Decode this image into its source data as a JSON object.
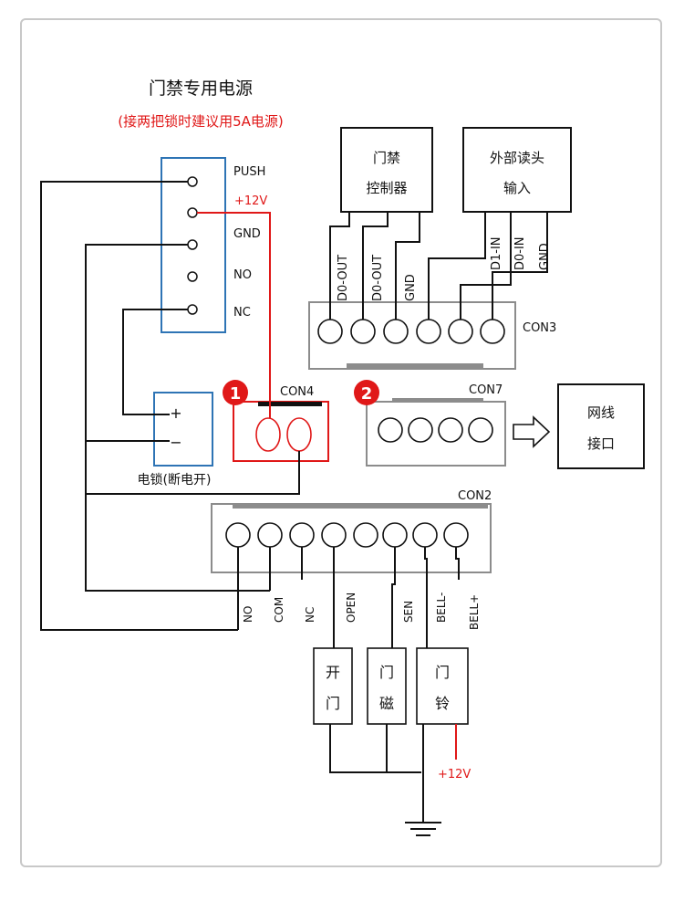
{
  "title": "门禁专用电源",
  "subtitle": "(接两把锁时建议用5A电源)",
  "colors": {
    "red": "#e01818",
    "blue": "#2e74b5",
    "gray": "#8c8c8c",
    "black": "#111111"
  },
  "power": {
    "terminals": [
      "PUSH",
      "+12V",
      "GND",
      "NO",
      "NC"
    ]
  },
  "lock": {
    "plus": "+",
    "minus": "−",
    "label": "电锁(断电开)"
  },
  "controller": {
    "line1": "门禁",
    "line2": "控制器",
    "pins": [
      "D0-OUT",
      "D0-OUT",
      "GND"
    ]
  },
  "reader": {
    "line1": "外部读头",
    "line2": "输入",
    "pins": [
      "D1-IN",
      "D0-IN",
      "GND"
    ]
  },
  "con3": {
    "label": "CON3"
  },
  "con4": {
    "label": "CON4",
    "badge": "1"
  },
  "con7": {
    "label": "CON7",
    "badge": "2"
  },
  "network": {
    "line1": "网线",
    "line2": "接口"
  },
  "con2": {
    "label": "CON2",
    "pins": [
      "NO",
      "COM",
      "NC",
      "OPEN",
      "SEN",
      "BELL-",
      "BELL+"
    ]
  },
  "exit_button": {
    "line1": "开",
    "line2": "门"
  },
  "door_sensor": {
    "line1": "门",
    "line2": "磁"
  },
  "doorbell": {
    "line1": "门",
    "line2": "铃",
    "supply": "+12V"
  }
}
